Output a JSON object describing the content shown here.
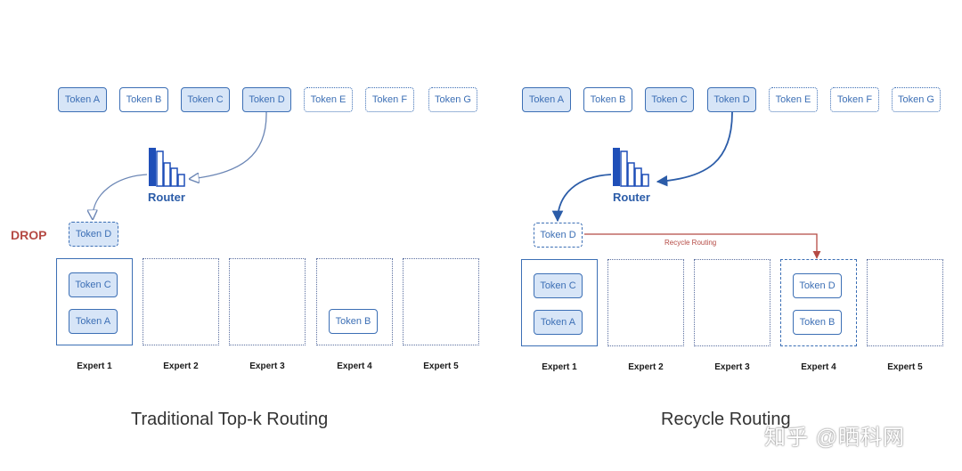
{
  "left": {
    "tokens": [
      {
        "label": "Token A",
        "style": "filled"
      },
      {
        "label": "Token B",
        "style": "solid"
      },
      {
        "label": "Token C",
        "style": "filled"
      },
      {
        "label": "Token D",
        "style": "filled"
      },
      {
        "label": "Token E",
        "style": "dotted"
      },
      {
        "label": "Token F",
        "style": "dotted"
      },
      {
        "label": "Token G",
        "style": "dotted"
      }
    ],
    "router_label": "Router",
    "drop_label": "DROP",
    "dropped_token": "Token D",
    "experts": [
      {
        "label": "Expert 1",
        "tokens": [
          "Token C",
          "Token A"
        ]
      },
      {
        "label": "Expert 2",
        "tokens": []
      },
      {
        "label": "Expert 3",
        "tokens": []
      },
      {
        "label": "Expert 4",
        "tokens": [
          "Token B"
        ]
      },
      {
        "label": "Expert 5",
        "tokens": []
      }
    ],
    "caption": "Traditional Top-k Routing"
  },
  "right": {
    "tokens": [
      {
        "label": "Token A",
        "style": "filled"
      },
      {
        "label": "Token B",
        "style": "solid"
      },
      {
        "label": "Token C",
        "style": "filled"
      },
      {
        "label": "Token D",
        "style": "filled"
      },
      {
        "label": "Token E",
        "style": "dotted"
      },
      {
        "label": "Token F",
        "style": "dotted"
      },
      {
        "label": "Token G",
        "style": "dotted"
      }
    ],
    "router_label": "Router",
    "recycled_token": "Token D",
    "recycle_label": "Recycle Routing",
    "experts": [
      {
        "label": "Expert 1",
        "tokens": [
          "Token C",
          "Token A"
        ]
      },
      {
        "label": "Expert 2",
        "tokens": []
      },
      {
        "label": "Expert 3",
        "tokens": []
      },
      {
        "label": "Expert 4",
        "tokens": [
          "Token D",
          "Token B"
        ]
      },
      {
        "label": "Expert 5",
        "tokens": []
      }
    ],
    "caption": "Recycle Routing"
  },
  "watermark": "知乎 @晒科网",
  "colors": {
    "token_blue": "#3c6fb5",
    "token_fill": "#d7e5f7",
    "router_blue": "#1f4fb8",
    "drop_red": "#b54a44",
    "cross_red": "#d9534f"
  }
}
